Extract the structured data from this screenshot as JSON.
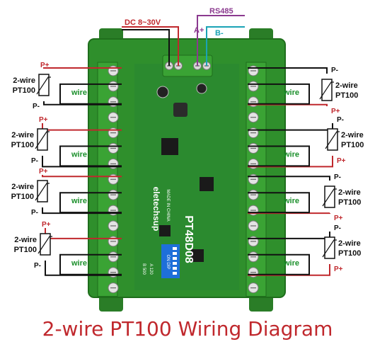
{
  "title": "2-wire PT100 Wiring Diagram",
  "labels": {
    "dc": "DC 8~30V",
    "rs485": "RS485",
    "a_plus": "A+",
    "b_minus": "B-",
    "sensor_line1": "2-wire",
    "sensor_line2": "PT100",
    "wire": "wire",
    "p_plus": "P+",
    "p_minus": "P-"
  },
  "board": {
    "brand": "eletechsup",
    "model": "PT48D08",
    "made_in": "MADE IN CHINA",
    "switch_label": "ON DIP",
    "a_label": "A 120",
    "b_label": "B 500"
  },
  "colors": {
    "board": "#2f8f2c",
    "board_dark": "#1f6e1c",
    "terminal": "#3aa334",
    "red_wire": "#c0282d",
    "black_wire": "#111111",
    "purple_wire": "#8b3a8f",
    "teal_wire": "#1aa3b5",
    "dip": "#1e6fd9",
    "caption": "#c0282d"
  }
}
